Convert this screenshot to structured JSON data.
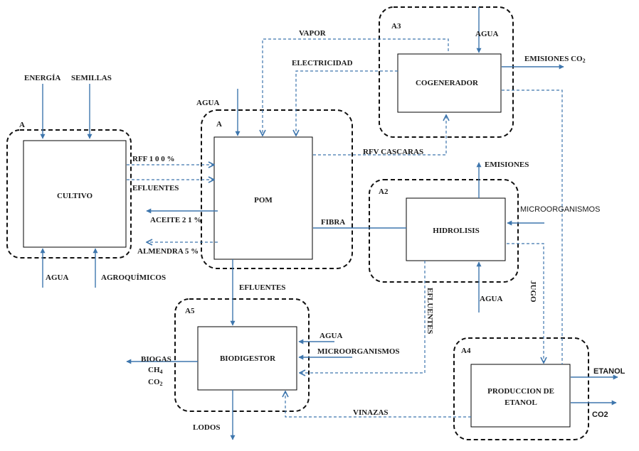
{
  "areas": {
    "a_cultivo": "A",
    "a_pom": "A",
    "a3": "A3",
    "a2": "A2",
    "a5": "A5",
    "a4": "A4"
  },
  "blocks": {
    "cultivo": "CULTIVO",
    "pom": "POM",
    "cogenerador": "COGENERADOR",
    "hidrolisis": "HIDROLISIS",
    "biodigestor": "BIODIGESTOR",
    "produccion_line1": "PRODUCCION DE",
    "produccion_line2": "ETANOL"
  },
  "flows": {
    "energia": "ENERGÍA",
    "semillas": "SEMILLAS",
    "agua_cultivo": "AGUA",
    "agroquimicos": "AGROQUÍMICOS",
    "rff": "RFF 1 0 0 %",
    "efluentes_cultivo": "EFLUENTES",
    "aceite": "ACEITE 2 1 %",
    "almendra": "ALMENDRA 5 %",
    "agua_pom": "AGUA",
    "vapor": "VAPOR",
    "electricidad": "ELECTRICIDAD",
    "agua_cogenerador": "AGUA",
    "emisiones_co2_prefix": "EMISIONES CO",
    "emisiones_co2_sub": "2",
    "rfv_cascaras": "RFV CASCARAS",
    "emisiones": "EMISIONES",
    "microorganismos_hidrolisis": "MICROORGANISMOS",
    "fibra": "FIBRA",
    "agua_hidrolisis": "AGUA",
    "efluentes_hidrolisis": "EFLUENTES",
    "jugo": "JUGO",
    "efluentes_pom": "EFLUENTES",
    "agua_biodigestor": "AGUA",
    "microorganismos_biodigestor": "MICROORGANISMOS",
    "biogas": "BIOGAS",
    "ch4_prefix": "CH",
    "ch4_sub": "4",
    "co2_prefix": "CO",
    "co2_sub": "2",
    "lodos": "LODOS",
    "vinazas": "VINAZAS",
    "etanol": "ETANOL",
    "co2_etanol": "CO2"
  }
}
